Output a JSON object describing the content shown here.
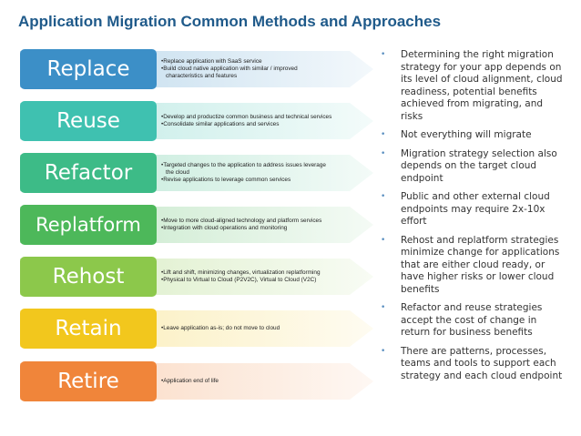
{
  "title": "Application Migration Common Methods and Approaches",
  "colors": {
    "title": "#1f5a8a",
    "replace": "#3c8fc7",
    "reuse": "#3fc1b0",
    "refactor": "#3dbb87",
    "replatform": "#4db85a",
    "rehost": "#8cc84b",
    "retain": "#f2c71d",
    "retire": "#f0853a"
  },
  "methods": [
    {
      "name": "Replace",
      "lines": [
        "•Replace application with SaaS service",
        "•Build cloud native application with  similar / improved",
        "characteristics and features"
      ]
    },
    {
      "name": "Reuse",
      "lines": [
        "•Develop and productize common business and technical services",
        "•Consolidate similar applications and services"
      ]
    },
    {
      "name": "Refactor",
      "lines": [
        "•Targeted changes to the application to address issues  leverage",
        "the cloud",
        "•Revise applications to leverage common services"
      ]
    },
    {
      "name": "Replatform",
      "lines": [
        "•Move to more cloud-aligned technology and platform services",
        "•Integration with cloud operations and monitoring"
      ]
    },
    {
      "name": "Rehost",
      "lines": [
        "•Lift and shift, minimizing changes, virtualization replatforming",
        "•Physical to Virtual to Cloud (P2V2C), Virtual to Cloud (V2C)"
      ]
    },
    {
      "name": "Retain",
      "lines": [
        "•Leave application as-is; do not move to cloud"
      ]
    },
    {
      "name": "Retire",
      "lines": [
        "•Application end of life"
      ]
    }
  ],
  "bullets": [
    "Determining the right migration strategy for your app depends on its level of cloud alignment, cloud readiness, potential benefits achieved from migrating, and risks",
    "Not everything will migrate",
    "Migration strategy selection also depends on the target cloud endpoint",
    "Public and other external cloud endpoints may require 2x-10x effort",
    "Rehost and replatform strategies minimize change for applications that are either cloud ready, or have higher risks or lower cloud benefits",
    "Refactor and reuse strategies accept the cost of change in return for business benefits",
    "There are patterns, processes, teams and tools to support each strategy and each cloud endpoint"
  ]
}
